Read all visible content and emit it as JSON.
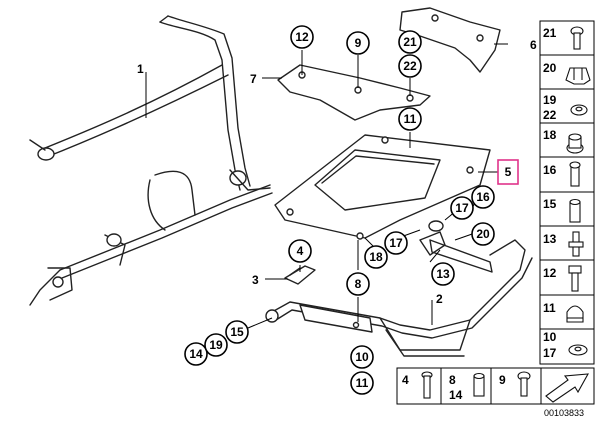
{
  "callouts": [
    {
      "id": "c1",
      "label": "1"
    },
    {
      "id": "c2",
      "label": "2"
    },
    {
      "id": "c3",
      "label": "3"
    },
    {
      "id": "c4",
      "label": "4"
    },
    {
      "id": "c5",
      "label": "5"
    },
    {
      "id": "c6",
      "label": "6"
    },
    {
      "id": "c7",
      "label": "7"
    },
    {
      "id": "c8",
      "label": "8"
    },
    {
      "id": "c9",
      "label": "9"
    },
    {
      "id": "c10",
      "label": "10"
    },
    {
      "id": "c11a",
      "label": "11"
    },
    {
      "id": "c11b",
      "label": "11"
    },
    {
      "id": "c12",
      "label": "12"
    },
    {
      "id": "c13",
      "label": "13"
    },
    {
      "id": "c14",
      "label": "14"
    },
    {
      "id": "c15",
      "label": "15"
    },
    {
      "id": "c16",
      "label": "16"
    },
    {
      "id": "c17a",
      "label": "17"
    },
    {
      "id": "c17b",
      "label": "17"
    },
    {
      "id": "c18",
      "label": "18"
    },
    {
      "id": "c19",
      "label": "19"
    },
    {
      "id": "c20",
      "label": "20"
    },
    {
      "id": "c21",
      "label": "21"
    },
    {
      "id": "c22",
      "label": "22"
    }
  ],
  "side_panel": [
    {
      "labels": [
        "21"
      ],
      "icon": "screw-icon"
    },
    {
      "labels": [
        "20"
      ],
      "icon": "clip-icon"
    },
    {
      "labels": [
        "19",
        "22"
      ],
      "icon": "washer-icon"
    },
    {
      "labels": [
        "18"
      ],
      "icon": "grommet-icon"
    },
    {
      "labels": [
        "16"
      ],
      "icon": "bolt-icon"
    },
    {
      "labels": [
        "15"
      ],
      "icon": "sleeve-icon"
    },
    {
      "labels": [
        "13"
      ],
      "icon": "stud-icon"
    },
    {
      "labels": [
        "12"
      ],
      "icon": "hex-bolt-icon"
    },
    {
      "labels": [
        "11"
      ],
      "icon": "cap-nut-icon"
    },
    {
      "labels": [
        "10",
        "17"
      ],
      "icon": "flat-washer-icon"
    }
  ],
  "bottom_panel": [
    {
      "labels": [
        "4"
      ],
      "icon": "pin-icon"
    },
    {
      "labels": [
        "8",
        "14"
      ],
      "icon": "bushing-icon"
    },
    {
      "labels": [
        "9"
      ],
      "icon": "screw-icon"
    }
  ],
  "diagram_number": "00103833"
}
